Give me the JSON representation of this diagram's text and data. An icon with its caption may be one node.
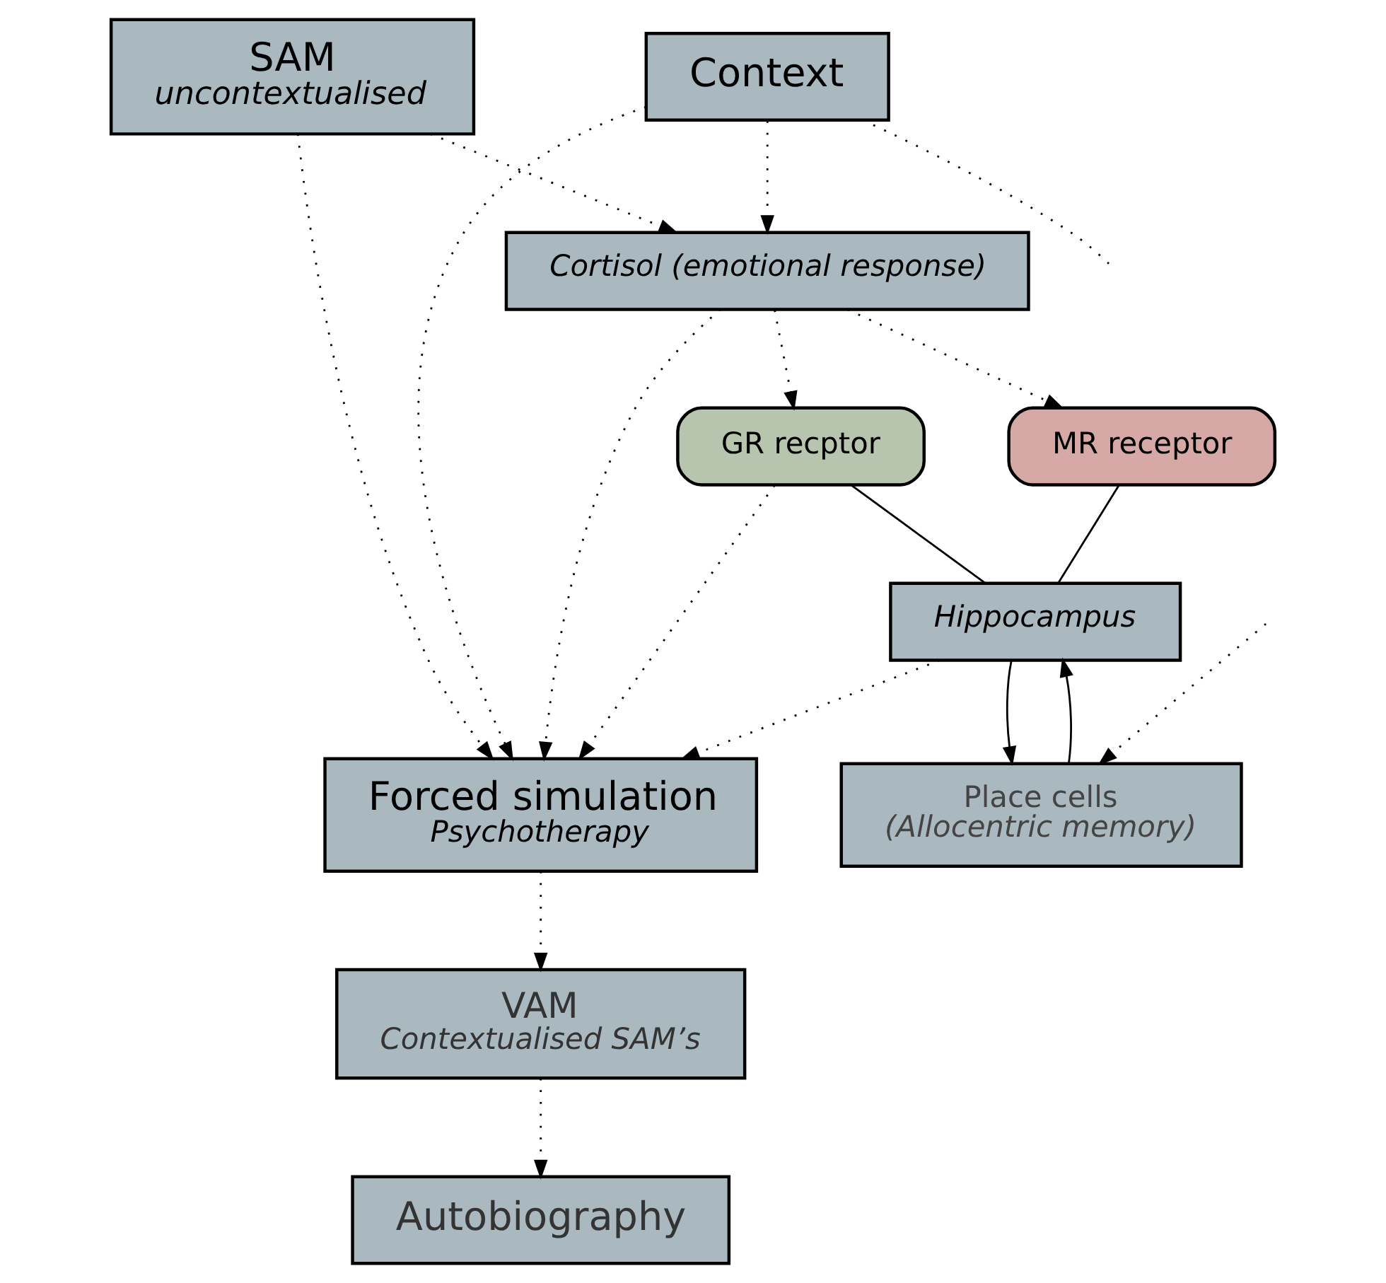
{
  "diagram": {
    "nodes": [
      {
        "text": [
          "SAM",
          "uncontextualised"
        ]
      },
      {
        "text": [
          "Context"
        ]
      },
      {
        "text": [
          "Cortisol (emotional response)"
        ]
      },
      {
        "text": [
          "GR recptor"
        ]
      },
      {
        "text": [
          "MR receptor"
        ]
      },
      {
        "text": [
          "Forced simulation",
          "Psychotherapy"
        ]
      },
      {
        "text": [
          "Hippocampus"
        ]
      },
      {
        "text": [
          "VAM",
          "Contextualised SAM’s"
        ]
      },
      {
        "text": [
          "Place cells",
          "(Allocentric memory)"
        ]
      },
      {
        "text": [
          "Autobiography"
        ]
      }
    ],
    "edges": [
      {
        "from": 0,
        "to": 2,
        "arrow": "to",
        "style": "dashed"
      },
      {
        "from": 1,
        "to": 2,
        "arrow": "to",
        "style": "dashed"
      },
      {
        "from": 1,
        "to": null,
        "arrow": "none",
        "style": "dashed"
      },
      {
        "from": 0,
        "to": 5,
        "arrow": "to",
        "style": "dashed"
      },
      {
        "from": 1,
        "to": 5,
        "arrow": "to",
        "style": "dashed"
      },
      {
        "from": 2,
        "to": 5,
        "arrow": "to",
        "style": "dashed"
      },
      {
        "from": 2,
        "to": 3,
        "arrow": "to",
        "style": "dashed"
      },
      {
        "from": 2,
        "to": 4,
        "arrow": "to",
        "style": "dashed"
      },
      {
        "from": 3,
        "to": 6,
        "arrow": "none"
      },
      {
        "from": 4,
        "to": 6,
        "arrow": "none"
      },
      {
        "from": 3,
        "to": 5,
        "arrow": "to",
        "style": "dashed"
      },
      {
        "from": 6,
        "to": 5,
        "arrow": "to",
        "style": "dashed"
      },
      {
        "from": 8,
        "to": 6,
        "arrow": "to"
      },
      {
        "from": 6,
        "to": 8,
        "arrow": "to"
      },
      {
        "from": null,
        "to": 8,
        "arrow": "to",
        "style": "dashed"
      },
      {
        "from": 5,
        "to": 7,
        "arrow": "to",
        "style": "dashed"
      },
      {
        "from": 7,
        "to": 9,
        "arrow": "to",
        "style": "dashed"
      }
    ]
  }
}
